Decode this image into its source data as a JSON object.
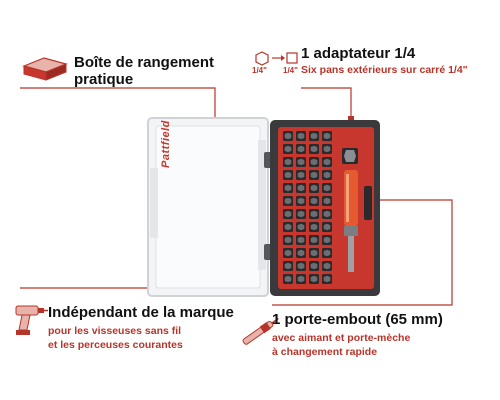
{
  "features": {
    "storage": {
      "title_line1": "Boîte de rangement",
      "title_line2": "pratique",
      "icon": "box-icon"
    },
    "adapter": {
      "title": "1 adaptateur 1/4",
      "description": "Six pans extérieurs sur carré 1/4\"",
      "hex_label": "1/4\"",
      "square_label": "1/4\"",
      "icon": "hex-to-square-icon"
    },
    "compat": {
      "title": "Indépendant de la marque",
      "description_line1": "pour les visseuses sans fil",
      "description_line2": "et les perceuses courantes",
      "icon": "drill-icon"
    },
    "holder": {
      "title": "1 porte-embout (65 mm)",
      "description_line1": "avec aimant et porte-mèche",
      "description_line2": "à changement rapide",
      "icon": "bit-holder-icon"
    }
  },
  "product": {
    "brand": "Pattfield"
  },
  "colors": {
    "accent": "#b7342a",
    "case_red": "#c8372d",
    "case_dark": "#3a3a3d"
  }
}
